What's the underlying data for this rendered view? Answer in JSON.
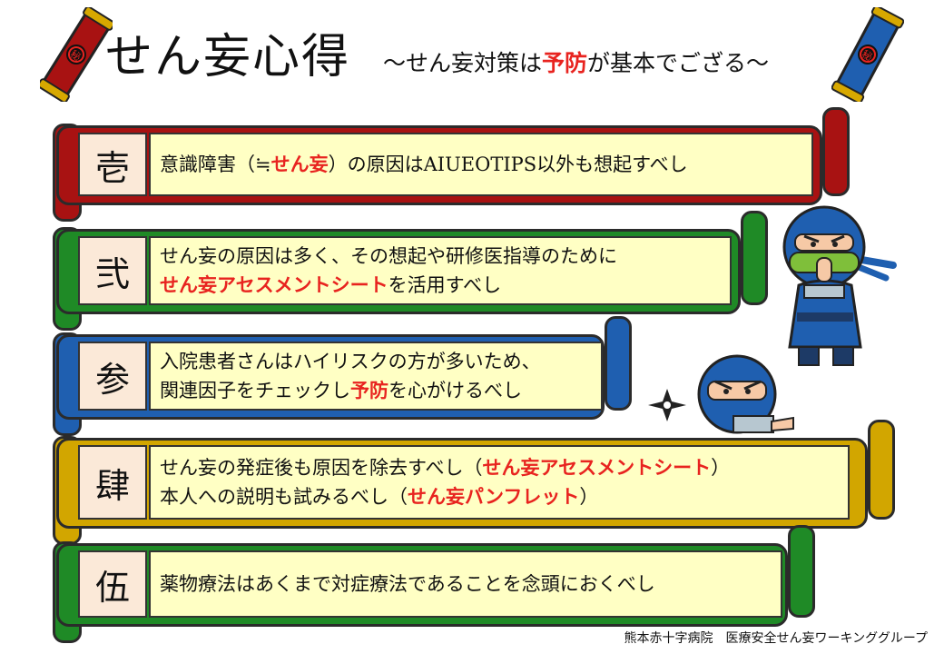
{
  "header": {
    "title": "せん妄心得",
    "subtitle_pre": "～せん妄対策は",
    "subtitle_red": "予防",
    "subtitle_post": "が基本でござる～"
  },
  "scroll_icons": {
    "left_seal": "秘",
    "right_seal": "秘"
  },
  "rules": [
    {
      "kanji": "壱",
      "color": "#a81212",
      "lines": [
        [
          {
            "t": "意識障害（≒",
            "red": false
          },
          {
            "t": "せん妄",
            "red": true
          },
          {
            "t": "）の原因はAIUEOTIPS以外も想起すべし",
            "red": false
          }
        ]
      ]
    },
    {
      "kanji": "弐",
      "color": "#1f8a26",
      "lines": [
        [
          {
            "t": "せん妄の原因は多く、その想起や研修医指導のために",
            "red": false
          }
        ],
        [
          {
            "t": "せん妄アセスメントシート",
            "red": true
          },
          {
            "t": "を活用すべし",
            "red": false
          }
        ]
      ]
    },
    {
      "kanji": "参",
      "color": "#1f5fb0",
      "lines": [
        [
          {
            "t": "入院患者さんはハイリスクの方が多いため、",
            "red": false
          }
        ],
        [
          {
            "t": "関連因子をチェックし",
            "red": false
          },
          {
            "t": "予防",
            "red": true
          },
          {
            "t": "を心がけるべし",
            "red": false
          }
        ]
      ]
    },
    {
      "kanji": "肆",
      "color": "#d2a600",
      "lines": [
        [
          {
            "t": "せん妄の発症後も原因を除去すべし（",
            "red": false
          },
          {
            "t": "せん妄アセスメントシート",
            "red": true
          },
          {
            "t": "）",
            "red": false
          }
        ],
        [
          {
            "t": "本人への説明も試みるべし（",
            "red": false
          },
          {
            "t": "せん妄パンフレット",
            "red": true
          },
          {
            "t": "）",
            "red": false
          }
        ]
      ]
    },
    {
      "kanji": "伍",
      "color": "#1f8a26",
      "lines": [
        [
          {
            "t": "薬物療法はあくまで対症療法であることを念頭におくべし",
            "red": false
          }
        ]
      ]
    }
  ],
  "footer": "熊本赤十字病院　医療安全せん妄ワーキンググループ"
}
